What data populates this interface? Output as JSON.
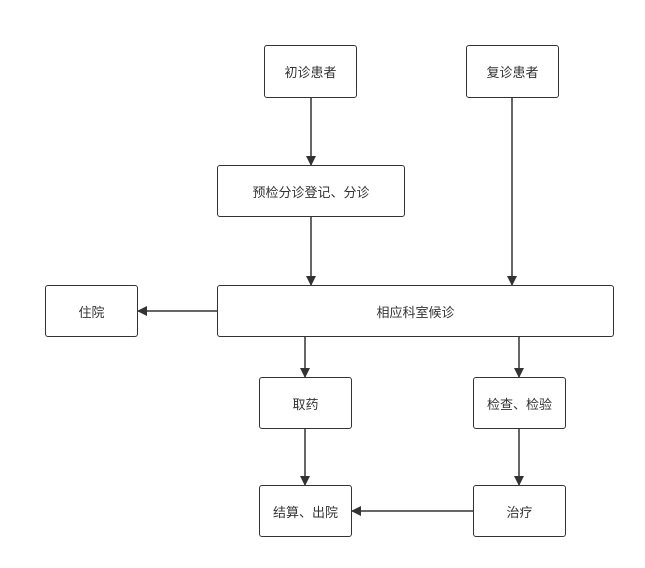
{
  "nodes": {
    "first_visit": "初诊患者",
    "return_visit": "复诊患者",
    "triage": "预检分诊登记、分诊",
    "waiting": "相应科室候诊",
    "hospitalize": "住院",
    "medicine": "取药",
    "examination": "检查、检验",
    "settlement": "结算、出院",
    "treatment": "治疗"
  },
  "colors": {
    "line": "#333333",
    "text": "#333333"
  }
}
